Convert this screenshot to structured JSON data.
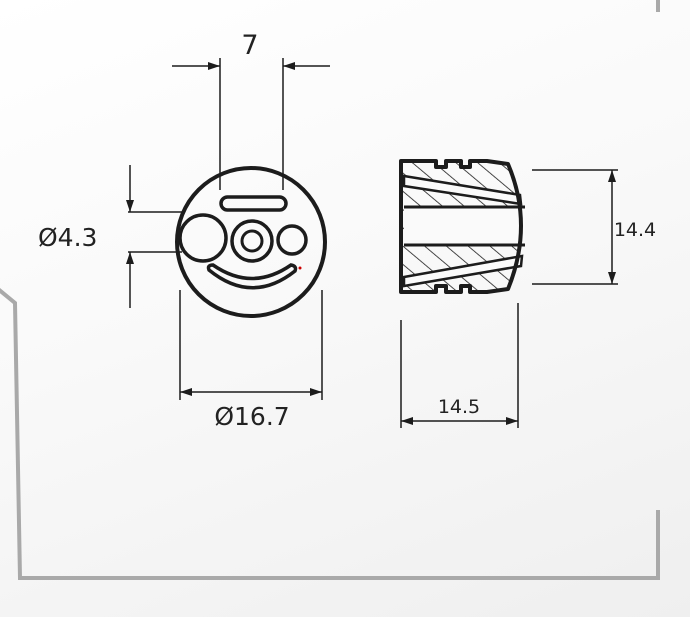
{
  "drawing": {
    "colors": {
      "line": "#1c1c1c",
      "frame": "#aaaaaa",
      "accent": "#cc0000"
    },
    "front_view": {
      "slot_width_label": "7",
      "hole_diameter_label": "Ø4.3",
      "body_diameter_label": "Ø16.7"
    },
    "side_view": {
      "height_label": "14.4",
      "length_label": "14.5"
    }
  }
}
